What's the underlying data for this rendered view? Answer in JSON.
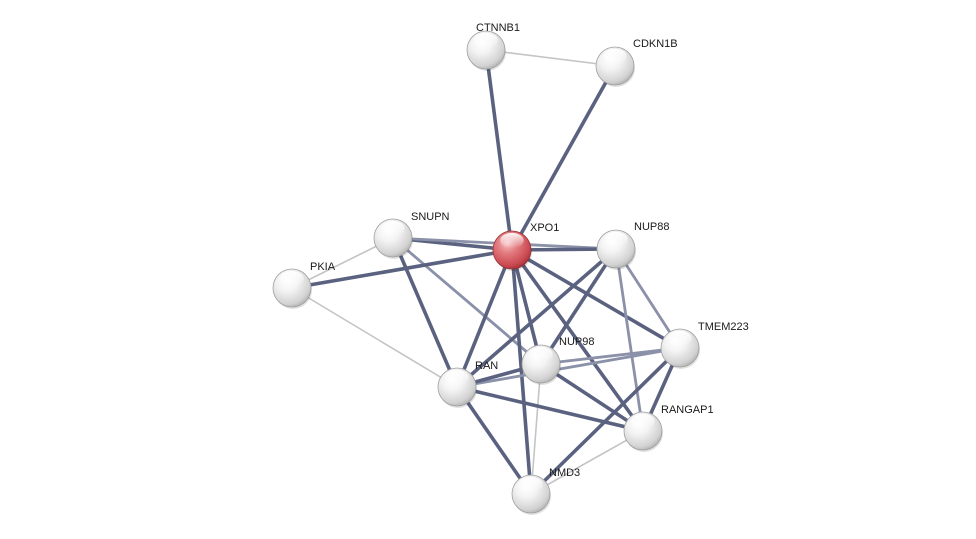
{
  "network": {
    "query_protein": "XPO1",
    "colors": {
      "query_node": "#d9585f",
      "node": "#e8e8e8",
      "edge_strong": "#5a6280",
      "edge_medium": "#8a91a8",
      "edge_weak": "#c4c4c8"
    },
    "nodes": [
      {
        "id": "CTNNB1",
        "label": "CTNNB1",
        "query": false
      },
      {
        "id": "CDKN1B",
        "label": "CDKN1B",
        "query": false
      },
      {
        "id": "SNUPN",
        "label": "SNUPN",
        "query": false
      },
      {
        "id": "XPO1",
        "label": "XPO1",
        "query": true
      },
      {
        "id": "NUP88",
        "label": "NUP88",
        "query": false
      },
      {
        "id": "PKIA",
        "label": "PKIA",
        "query": false
      },
      {
        "id": "TMEM223",
        "label": "TMEM223",
        "query": false
      },
      {
        "id": "NUP98",
        "label": "NUP98",
        "query": false
      },
      {
        "id": "RAN",
        "label": "RAN",
        "query": false
      },
      {
        "id": "RANGAP1",
        "label": "RANGAP1",
        "query": false
      },
      {
        "id": "NMD3",
        "label": "NMD3",
        "query": false
      }
    ],
    "edges": [
      {
        "source": "CTNNB1",
        "target": "CDKN1B",
        "strength": "weak"
      },
      {
        "source": "CTNNB1",
        "target": "XPO1",
        "strength": "strong"
      },
      {
        "source": "CDKN1B",
        "target": "XPO1",
        "strength": "strong"
      },
      {
        "source": "SNUPN",
        "target": "XPO1",
        "strength": "strong"
      },
      {
        "source": "SNUPN",
        "target": "NUP88",
        "strength": "medium"
      },
      {
        "source": "SNUPN",
        "target": "PKIA",
        "strength": "weak"
      },
      {
        "source": "SNUPN",
        "target": "RAN",
        "strength": "strong"
      },
      {
        "source": "SNUPN",
        "target": "NUP98",
        "strength": "medium"
      },
      {
        "source": "PKIA",
        "target": "XPO1",
        "strength": "strong"
      },
      {
        "source": "PKIA",
        "target": "RAN",
        "strength": "weak"
      },
      {
        "source": "XPO1",
        "target": "NUP88",
        "strength": "strong"
      },
      {
        "source": "XPO1",
        "target": "TMEM223",
        "strength": "strong"
      },
      {
        "source": "XPO1",
        "target": "NUP98",
        "strength": "strong"
      },
      {
        "source": "XPO1",
        "target": "RAN",
        "strength": "strong"
      },
      {
        "source": "XPO1",
        "target": "RANGAP1",
        "strength": "strong"
      },
      {
        "source": "XPO1",
        "target": "NMD3",
        "strength": "strong"
      },
      {
        "source": "NUP88",
        "target": "NUP98",
        "strength": "strong"
      },
      {
        "source": "NUP88",
        "target": "RAN",
        "strength": "strong"
      },
      {
        "source": "NUP88",
        "target": "TMEM223",
        "strength": "medium"
      },
      {
        "source": "NUP88",
        "target": "RANGAP1",
        "strength": "medium"
      },
      {
        "source": "TMEM223",
        "target": "NUP98",
        "strength": "medium"
      },
      {
        "source": "TMEM223",
        "target": "RAN",
        "strength": "medium"
      },
      {
        "source": "TMEM223",
        "target": "RANGAP1",
        "strength": "strong"
      },
      {
        "source": "TMEM223",
        "target": "NMD3",
        "strength": "strong"
      },
      {
        "source": "NUP98",
        "target": "RAN",
        "strength": "strong"
      },
      {
        "source": "NUP98",
        "target": "RANGAP1",
        "strength": "strong"
      },
      {
        "source": "NUP98",
        "target": "NMD3",
        "strength": "weak"
      },
      {
        "source": "RAN",
        "target": "RANGAP1",
        "strength": "strong"
      },
      {
        "source": "RAN",
        "target": "NMD3",
        "strength": "strong"
      },
      {
        "source": "RANGAP1",
        "target": "NMD3",
        "strength": "weak"
      }
    ]
  }
}
